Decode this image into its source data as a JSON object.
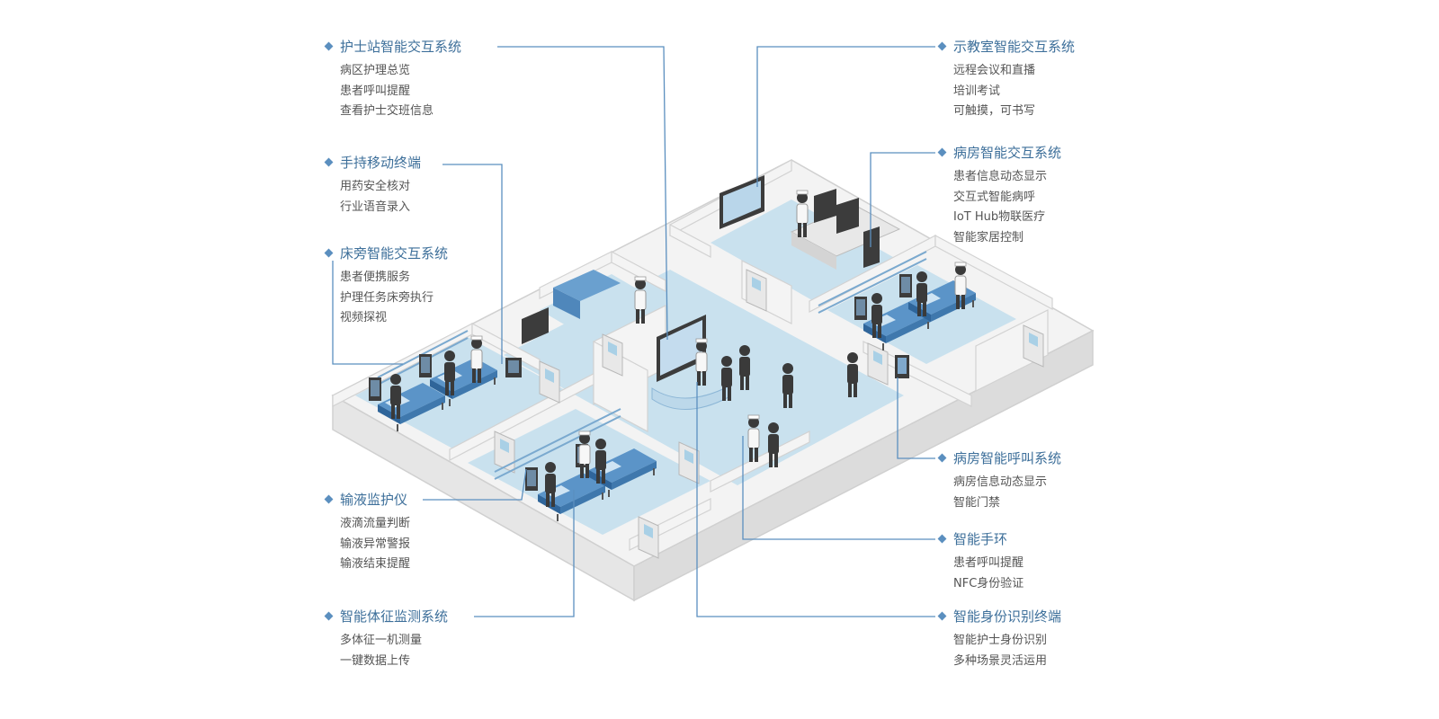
{
  "colors": {
    "accent": "#5b8fbf",
    "title": "#3d6f9a",
    "text": "#555555",
    "line": "#5b8fbf",
    "floor": "#c9e1ee",
    "wall": "#f2f2f2",
    "wall_edge": "#d4d4d4"
  },
  "callouts": {
    "nurse_station": {
      "title": "护士站智能交互系统",
      "items": [
        "病区护理总览",
        "患者呼叫提醒",
        "查看护士交班信息"
      ]
    },
    "handheld": {
      "title": "手持移动终端",
      "items": [
        "用药安全核对",
        "行业语音录入"
      ]
    },
    "bedside": {
      "title": "床旁智能交互系统",
      "items": [
        "患者便携服务",
        "护理任务床旁执行",
        "视频探视"
      ]
    },
    "infusion": {
      "title": "输液监护仪",
      "items": [
        "液滴流量判断",
        "输液异常警报",
        "输液结束提醒"
      ]
    },
    "vitals": {
      "title": "智能体征监测系统",
      "items": [
        "多体征一机测量",
        "一键数据上传"
      ]
    },
    "classroom": {
      "title": "示教室智能交互系统",
      "items": [
        "远程会议和直播",
        "培训考试",
        "可触摸，可书写"
      ]
    },
    "ward": {
      "title": "病房智能交互系统",
      "items": [
        "患者信息动态显示",
        "交互式智能病呼",
        "IoT Hub物联医疗",
        "智能家居控制"
      ]
    },
    "ward_call": {
      "title": "病房智能呼叫系统",
      "items": [
        "病房信息动态显示",
        "智能门禁"
      ]
    },
    "wristband": {
      "title": "智能手环",
      "items": [
        "患者呼叫提醒",
        "NFC身份验证"
      ]
    },
    "identity": {
      "title": "智能身份识别终端",
      "items": [
        "智能护士身份识别",
        "多种场景灵活运用"
      ]
    }
  }
}
